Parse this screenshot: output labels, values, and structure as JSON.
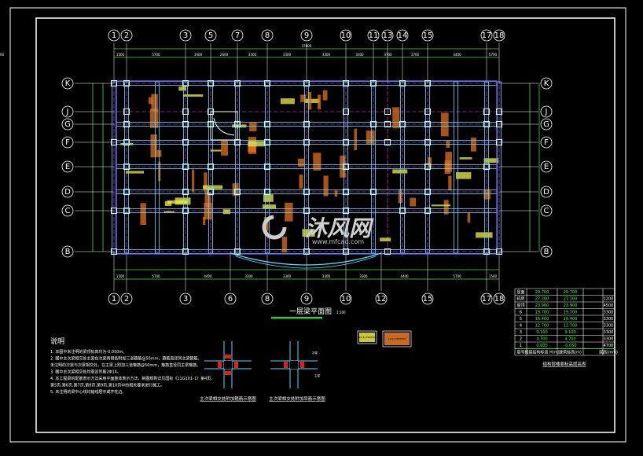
{
  "drawing": {
    "title": "一层梁平面图",
    "scale": "1:100",
    "total_dimension": "37800",
    "axes_top": [
      "1",
      "2",
      "3",
      "5",
      "7",
      "8",
      "9",
      "10",
      "11",
      "13",
      "14",
      "15",
      "17",
      "18"
    ],
    "axes_bottom": [
      "1",
      "2",
      "3",
      "6",
      "8",
      "9",
      "10",
      "12",
      "15",
      "17",
      "18"
    ],
    "axes_side": [
      "K",
      "J",
      "G",
      "F",
      "E",
      "D",
      "C",
      "B"
    ],
    "dims_top": [
      "1500",
      "5700",
      "3400",
      "2600",
      "3300",
      "3300",
      "3300",
      "3300",
      "3700",
      "3700",
      "3400",
      "5700",
      "1500"
    ],
    "dims_bottom": [
      "1500",
      "5700",
      "4400",
      "3300",
      "3300",
      "3300",
      "3300",
      "4400",
      "5700",
      "1500"
    ]
  },
  "notes": {
    "heading": "说明",
    "items": [
      "1. 本图中未注明的梁顶标高均为-0.050m。",
      "2. 图中主次梁相交处主梁在次梁两侧各附加三道箍筋@50mm，箍筋直径同主梁箍筋。",
      "   未注明的次梁与次梁相交处，在主梁上附加三道箍筋@50mm，箍筋直径同主梁箍筋。",
      "3. 图中主次梁相交处均需设吊筋2Φ14。",
      "4. 本工程梁的配筋表示方法采用平面整体表示方法，制图规则详见国标《11G101-1》第4页,",
      "   第5页,第6页,第7页,第8页,第9页,第10页中的相关要求进行施工。",
      "5. 未注明的梁中心线均轴线居中或齐柱边。"
    ]
  },
  "details": [
    {
      "caption": "主次梁相交处附加箍筋示意图"
    },
    {
      "caption": "主次梁相交处附加吊筋示意图",
      "label_top": "次梁",
      "label_bottom": "主梁"
    }
  ],
  "legend_boxes": [
    "KL1(1) 250X500",
    "L1(1) 250X500"
  ],
  "level_table": {
    "caption": "结构层楼面标高层高表",
    "headers": [
      "层号",
      "楼层结构标高 H(m)",
      "建筑标高(m)",
      "层高(mm)"
    ],
    "rows": [
      [
        "屋面",
        "29.700",
        "29.700",
        ""
      ],
      [
        "机房",
        "27.300",
        "27.300",
        "1200"
      ],
      [
        "屋顶",
        "23.900",
        "23.900",
        "4500"
      ],
      [
        "6",
        "19.700",
        "19.700",
        "3300"
      ],
      [
        "5",
        "16.400",
        "16.400",
        "3300"
      ],
      [
        "4",
        "12.700",
        "12.700",
        "3300"
      ],
      [
        "3",
        "9.100",
        "9.100",
        "3300"
      ],
      [
        "2",
        "4.700",
        "4.700",
        "3300"
      ],
      [
        "1",
        "0.000",
        "-0.050",
        "4700"
      ]
    ]
  },
  "watermark": {
    "brand": "沐风网",
    "url": "www.mfcad.com"
  },
  "colors": {
    "beam": "#5fd7ff",
    "beam_outline": "#6a6aff",
    "grid": "#ff40ff",
    "dim": "#4cd84c",
    "text_yellow": "#f0f040",
    "text_orange": "#e07020"
  }
}
